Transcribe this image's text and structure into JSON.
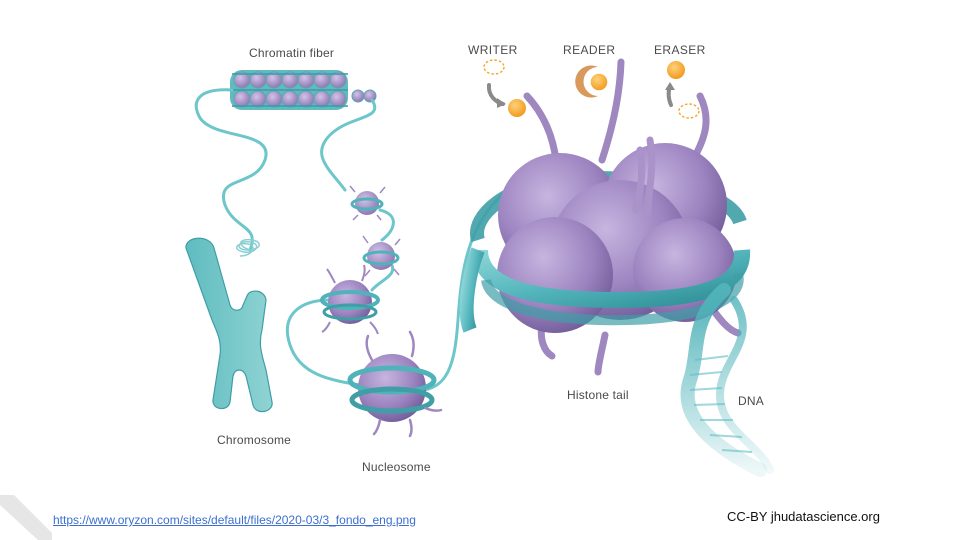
{
  "labels": {
    "chromatin_fiber": "Chromatin fiber",
    "chromosome": "Chromosome",
    "nucleosome": "Nucleosome",
    "histone_tail": "Histone tail",
    "dna": "DNA",
    "writer": "WRITER",
    "reader": "READER",
    "eraser": "ERASER"
  },
  "source": {
    "url_text": "https://www.oryzon.com/sites/default/files/2020-03/3_fondo_eng.png"
  },
  "credit": {
    "text": "CC-BY  jhudatascience.org"
  },
  "colors": {
    "teal": "#5fbfc4",
    "teal_dark": "#3f9ea6",
    "purple": "#9f87c0",
    "purple_dark": "#7d66a3",
    "orange": "#f5a623",
    "reader_tan": "#d9995c",
    "arrow_gray": "#8a8a8a"
  }
}
